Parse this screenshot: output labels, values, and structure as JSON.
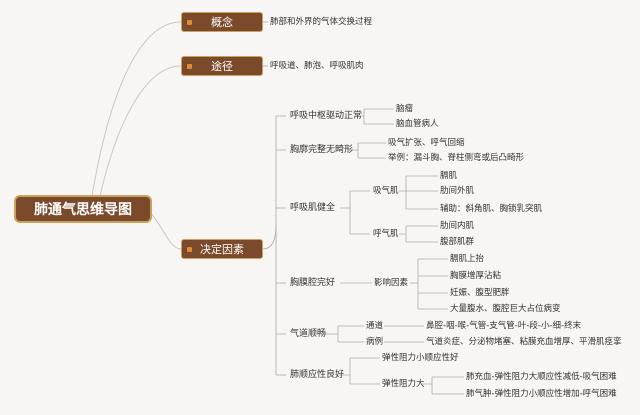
{
  "root": "肺通气思维导图",
  "topics": {
    "concept": {
      "label": "概念",
      "desc": "肺部和外界的气体交换过程"
    },
    "route": {
      "label": "途径",
      "desc": "呼吸道、肺泡、呼吸肌肉"
    },
    "factors": {
      "label": "决定因素"
    }
  },
  "factors": {
    "center": {
      "label": "呼吸中枢驱动正常",
      "items": [
        "脑瘤",
        "脑血管病人"
      ]
    },
    "thorax": {
      "label": "胸廓完整无畸形",
      "items": [
        "吸气扩张、呼气回缩",
        "举例：漏斗胸、脊柱侧弯或后凸畸形"
      ]
    },
    "muscle": {
      "label": "呼吸肌健全",
      "inspire": {
        "label": "吸气肌",
        "items": [
          "膈肌",
          "肋间外肌",
          "辅助：斜角肌、胸锁乳突肌"
        ]
      },
      "expire": {
        "label": "呼气肌",
        "items": [
          "肋间内肌",
          "腹部肌群"
        ]
      }
    },
    "pleura": {
      "label": "胸膜腔完好",
      "influence": {
        "label": "影响因素",
        "items": [
          "膈肌上抬",
          "胸膜增厚沾粘",
          "妊娠、腹型肥胖",
          "大量腹水、腹腔巨大占位病变"
        ]
      }
    },
    "airway": {
      "label": "气道顺畅",
      "channel": {
        "label": "通道",
        "desc": "鼻腔-咽-喉-气管-支气管-叶-段-小-细-终末"
      },
      "case": {
        "label": "病例",
        "desc": "气道炎症、分泌物堵塞、粘膜充血增厚、平滑肌痉挛"
      }
    },
    "compliance": {
      "label": "肺顺应性良好",
      "small": "弹性阻力小顺应性好",
      "large": {
        "label": "弹性阻力大",
        "items": [
          "肺充血-弹性阻力大顺应性减低-吸气困难",
          "肺气肿-弹性阻力小顺应性增加-呼气困难"
        ]
      }
    }
  }
}
